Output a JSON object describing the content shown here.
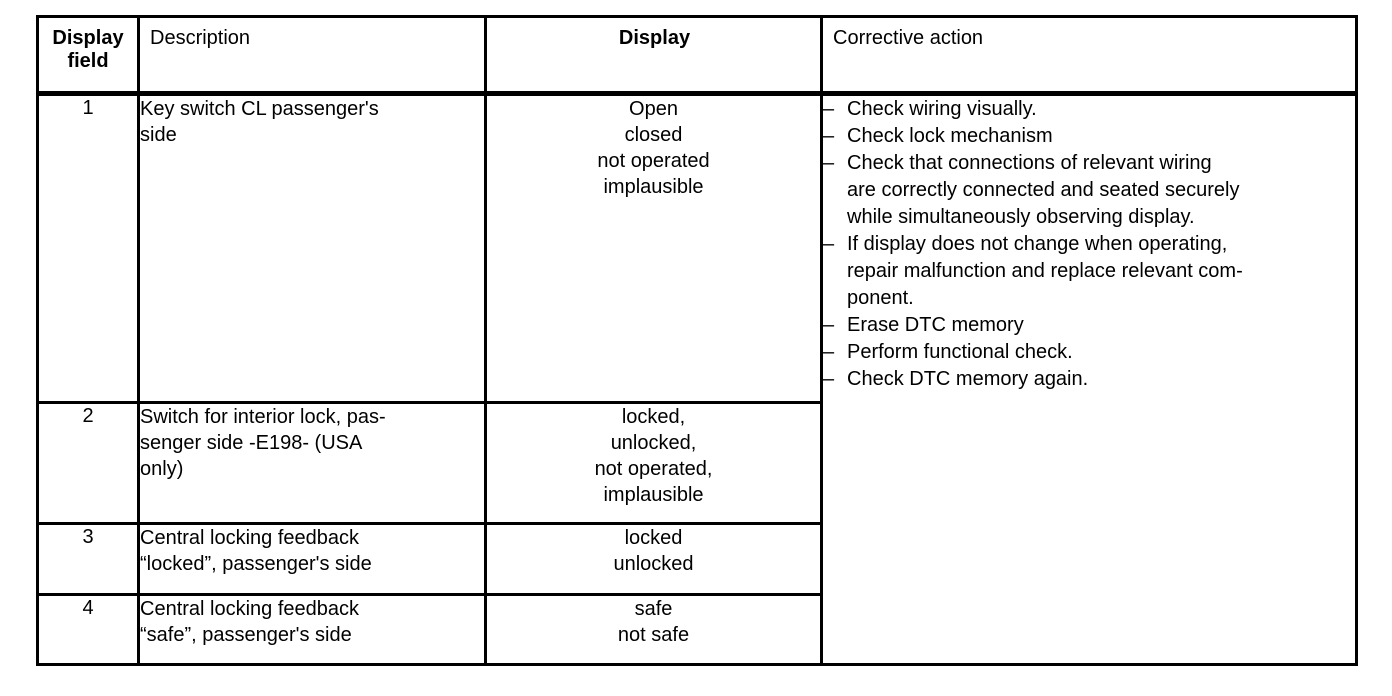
{
  "table": {
    "headers": {
      "display_field": "Display\nfield",
      "description": "Description",
      "display": "Display",
      "corrective_action": "Corrective action"
    },
    "rows": [
      {
        "display_field": "1",
        "description": "Key switch CL passenger's\nside",
        "display_values": [
          "Open",
          "closed",
          "not operated",
          "implausible"
        ]
      },
      {
        "display_field": "2",
        "description": "Switch for interior lock, pas-\nsenger side -E198- (USA\nonly)",
        "display_values": [
          "locked,",
          "unlocked,",
          "not operated,",
          "implausible"
        ]
      },
      {
        "display_field": "3",
        "description": "Central locking feedback\n“locked”, passenger's side",
        "display_values": [
          "locked",
          "unlocked"
        ]
      },
      {
        "display_field": "4",
        "description": "Central locking feedback\n“safe”, passenger's side",
        "display_values": [
          "safe",
          "not safe"
        ]
      }
    ],
    "corrective_actions": [
      "Check wiring visually.",
      "Check lock mechanism",
      "Check that connections of relevant wiring\nare correctly connected and seated securely\nwhile simultaneously observing display.",
      "If display does not change when operating,\nrepair malfunction and replace relevant com-\nponent.",
      "Erase DTC memory",
      "Perform functional check.",
      "Check DTC memory again."
    ]
  }
}
